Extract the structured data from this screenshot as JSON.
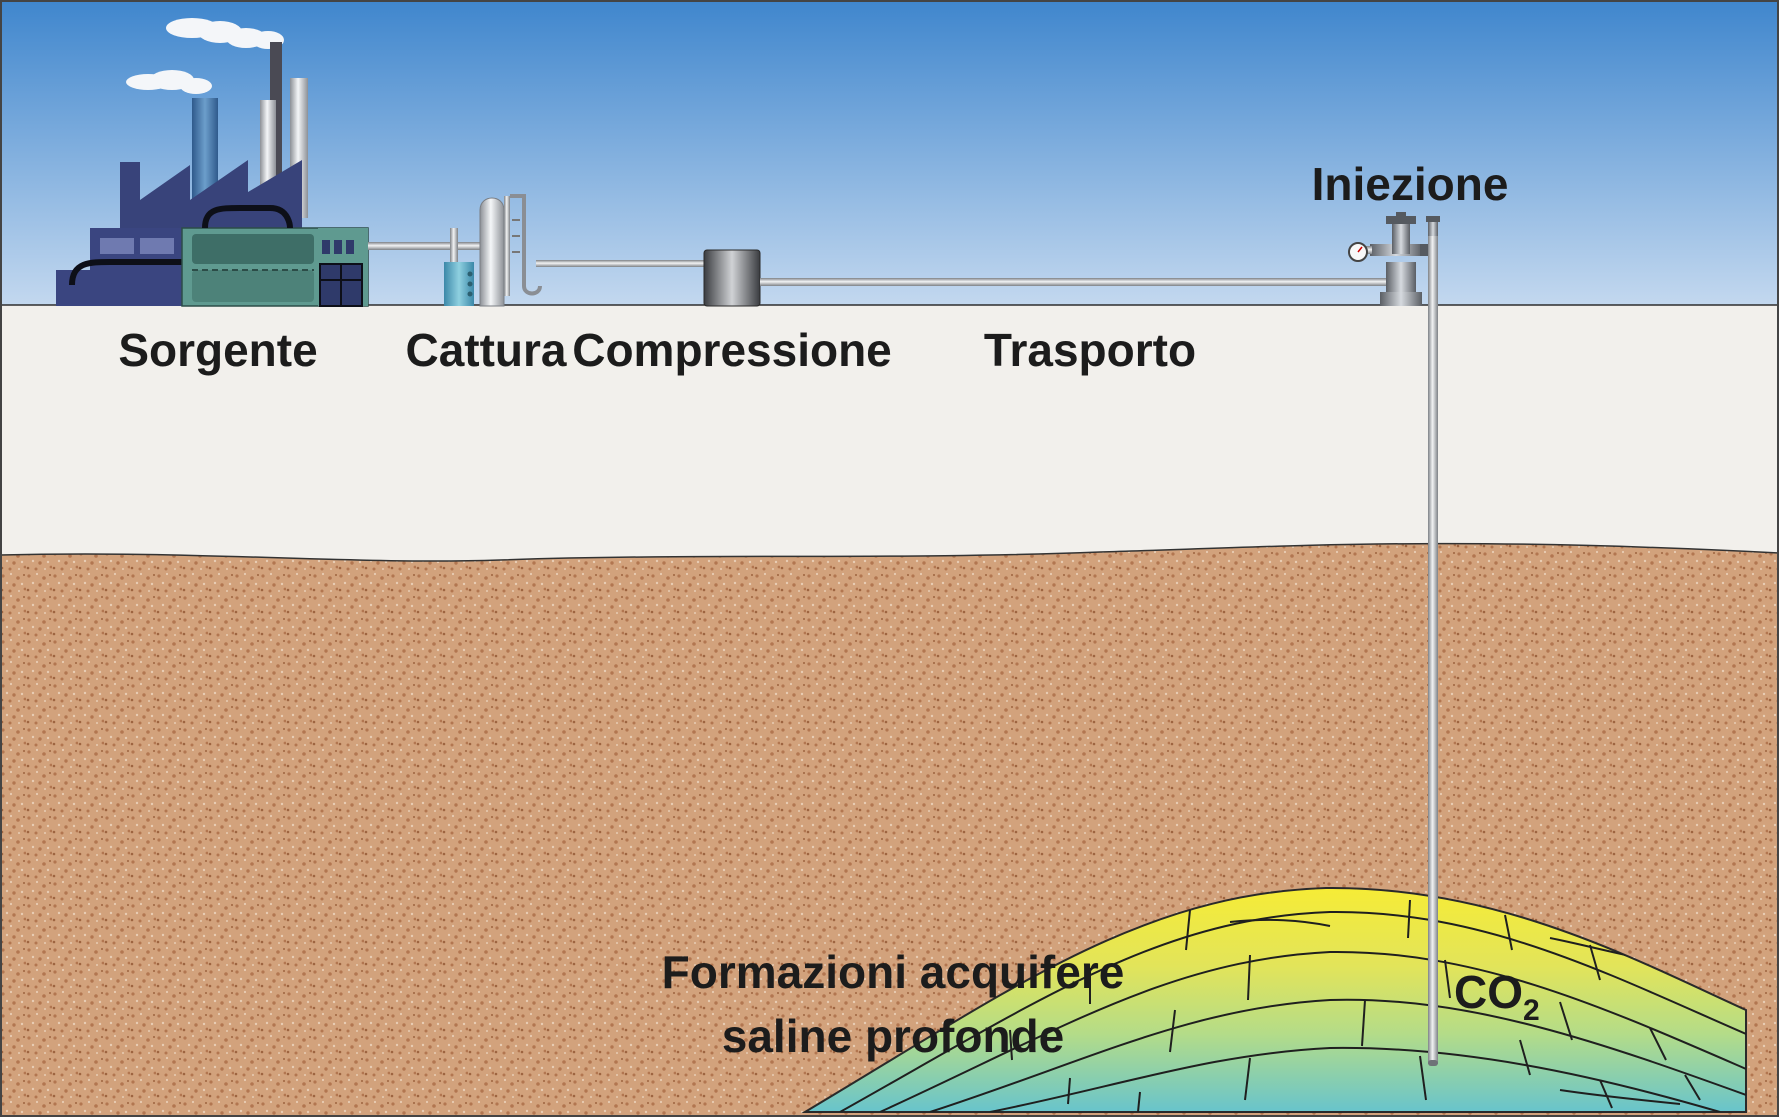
{
  "labels": {
    "source": "Sorgente",
    "capture": "Cattura",
    "compression": "Compressione",
    "transport": "Trasporto",
    "injection": "Iniezione",
    "formation_line1": "Formazioni acquifere",
    "formation_line2": "saline profonde",
    "co2_main": "CO",
    "co2_sub": "2"
  },
  "colors": {
    "sky_top": "#3f86cd",
    "sky_bottom": "#c3d8ef",
    "surface": "#f2f0ec",
    "soil": "#d2a27c",
    "soil_speckle": "#b27650",
    "aquifer_yellow": "#f4ea3c",
    "aquifer_green": "#b8dc80",
    "aquifer_teal": "#6cc4c8",
    "factory_navy": "#38437a",
    "factory_teal": "#5f9a90",
    "pipe": "#c8c8c8",
    "text": "#1c1c1c"
  }
}
